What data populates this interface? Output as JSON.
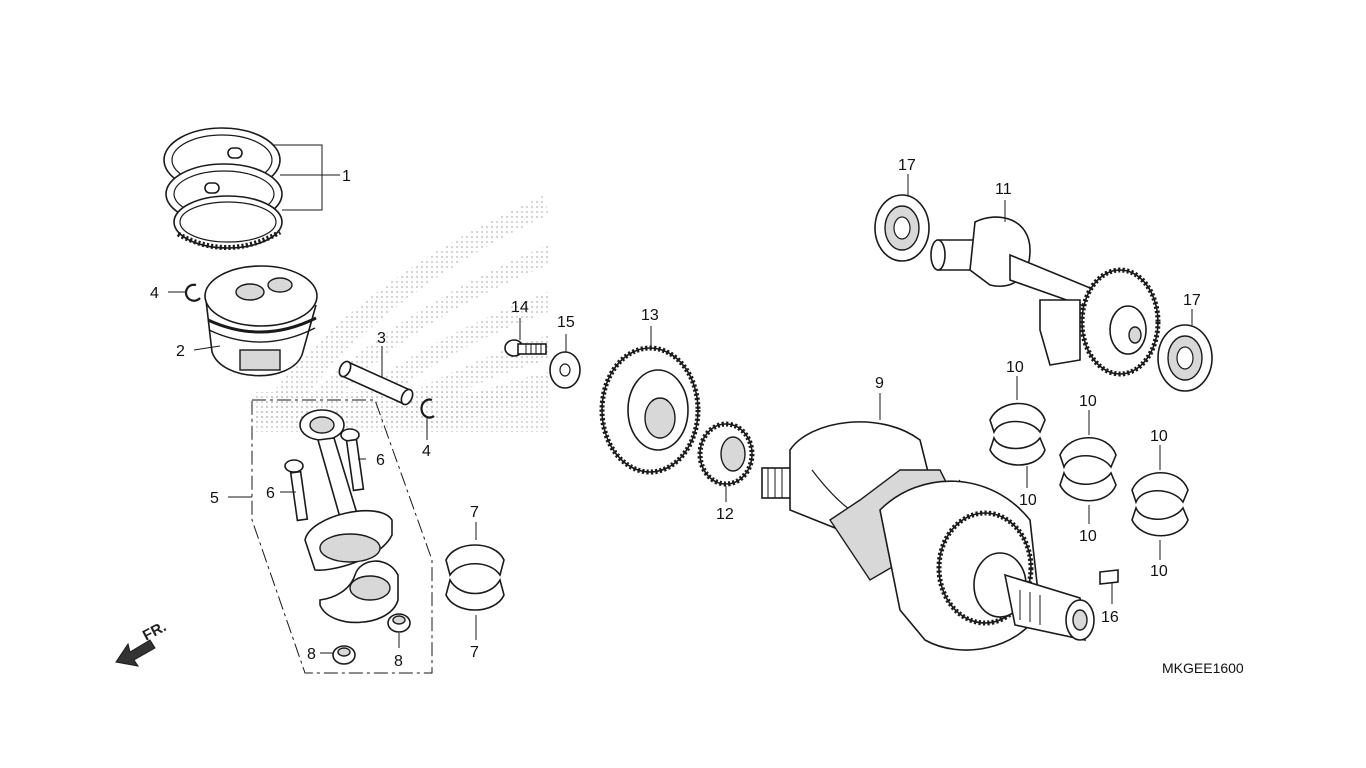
{
  "diagram_code": "MKGEE1600",
  "direction_label": "FR.",
  "callouts": {
    "c1": "1",
    "c2": "2",
    "c3": "3",
    "c4a": "4",
    "c4b": "4",
    "c5": "5",
    "c6a": "6",
    "c6b": "6",
    "c7a": "7",
    "c7b": "7",
    "c8a": "8",
    "c8b": "8",
    "c9": "9",
    "c10a": "10",
    "c10b": "10",
    "c10c": "10",
    "c10d": "10",
    "c10e": "10",
    "c10f": "10",
    "c11": "11",
    "c12": "12",
    "c13": "13",
    "c14": "14",
    "c15": "15",
    "c16": "16",
    "c17a": "17",
    "c17b": "17"
  },
  "colors": {
    "line": "#1a1a1a",
    "shade": "#d8d8d8",
    "watermark": "#bdbdbd"
  },
  "icons": {
    "watermark": "wing-logo-icon",
    "direction": "front-arrow-icon"
  }
}
